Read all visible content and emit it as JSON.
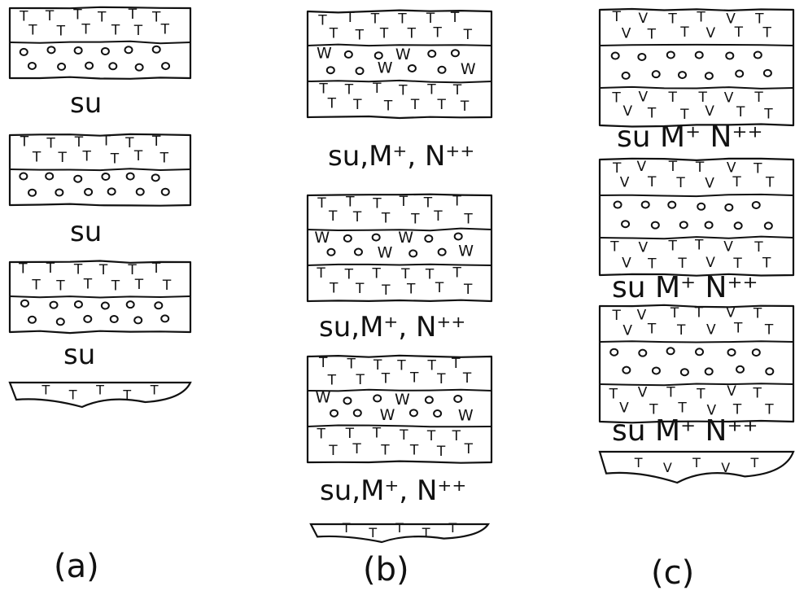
{
  "figure": {
    "columns": [
      {
        "id": "a",
        "panel_label": "(a)",
        "stacks": [
          {
            "layers": [
              "T",
              "o"
            ],
            "caption": "su"
          },
          {
            "layers": [
              "T",
              "o"
            ],
            "caption": "su"
          },
          {
            "layers": [
              "T",
              "o"
            ],
            "caption": "su"
          }
        ],
        "base_layer": "T"
      },
      {
        "id": "b",
        "panel_label": "(b)",
        "stacks": [
          {
            "layers": [
              "T",
              "Wo",
              "T"
            ],
            "caption": "su,M⁺, N⁺⁺"
          },
          {
            "layers": [
              "T",
              "Wo",
              "T"
            ],
            "caption": "su,M⁺, N⁺⁺"
          },
          {
            "layers": [
              "T",
              "Wo",
              "T"
            ],
            "caption": "su,M⁺, N⁺⁺"
          }
        ],
        "base_layer": "T"
      },
      {
        "id": "c",
        "panel_label": "(c)",
        "stacks": [
          {
            "layers": [
              "TV",
              "o",
              "TV"
            ],
            "caption": "su M⁺ N⁺⁺"
          },
          {
            "layers": [
              "TV",
              "o",
              "TV"
            ],
            "caption": "su M⁺ N⁺⁺"
          },
          {
            "layers": [
              "TV",
              "o",
              "TV"
            ],
            "caption": "su M⁺ N⁺⁺"
          }
        ],
        "base_layer": "TV"
      }
    ],
    "symbols": {
      "T": "T",
      "V": "V",
      "W": "W",
      "o": "o"
    },
    "colors": {
      "ink": "#111111",
      "paper": "#ffffff"
    }
  }
}
